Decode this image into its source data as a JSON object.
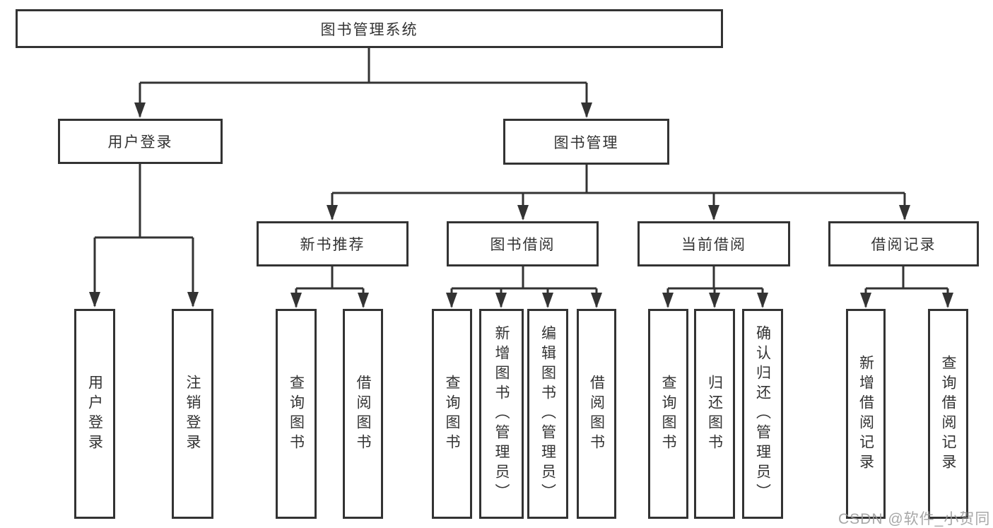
{
  "diagram": {
    "title_note": "library management system feature breakdown",
    "root": "图书管理系统",
    "level2": {
      "user_login": "用户登录",
      "book_management": "图书管理"
    },
    "level3": {
      "new_book_recommend": "新书推荐",
      "book_borrow": "图书借阅",
      "current_borrow": "当前借阅",
      "borrow_records": "借阅记录"
    },
    "leaves": {
      "user_login": "用户登录",
      "logout": "注销登录",
      "nb_query_books": "查询图书",
      "nb_borrow_books": "借阅图书",
      "bb_query_books": "查询图书",
      "bb_add_books_admin": "新增图书（管理员）",
      "bb_edit_books_admin": "编辑图书（管理员）",
      "bb_borrow_books": "借阅图书",
      "cb_query_books": "查询图书",
      "cb_return_books": "归还图书",
      "cb_confirm_return_admin": "确认归还（管理员）",
      "br_add_record": "新增借阅记录",
      "br_query_record": "查询借阅记录"
    },
    "line_color": "#333333",
    "box_background": "#ffffff"
  },
  "watermark": "CSDN @软件_小贺同学"
}
